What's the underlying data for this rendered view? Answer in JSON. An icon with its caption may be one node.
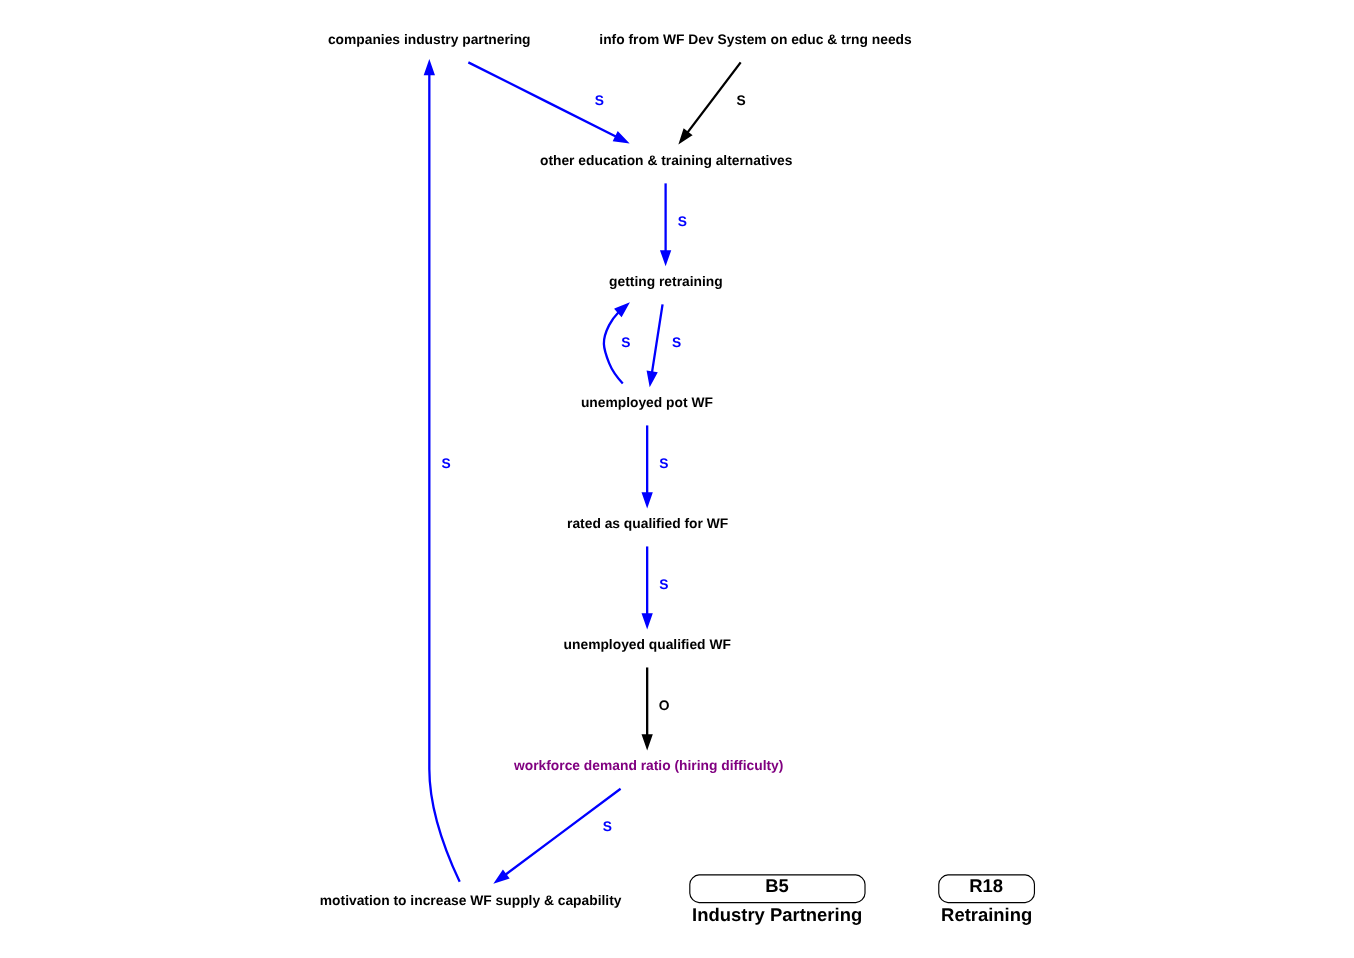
{
  "diagram": {
    "nodes": [
      {
        "text": [
          "companies industry partnering"
        ]
      },
      {
        "text": [
          "other education & training alternatives"
        ]
      },
      {
        "text": [
          "info from WF Dev System on educ & trng needs"
        ]
      },
      {
        "text": [
          "motivation to increase WF supply & capability"
        ]
      },
      {
        "text": [
          "getting retraining"
        ]
      },
      {
        "text": [
          "B5",
          "Industry Partnering"
        ]
      },
      {
        "text": [
          "R18",
          "Retraining"
        ]
      },
      {
        "text": [
          "workforce demand ratio (hiring difficulty)"
        ]
      },
      {
        "text": [
          "unemployed pot WF"
        ]
      },
      {
        "text": [
          "unemployed qualified WF"
        ]
      },
      {
        "text": [
          "rated as qualified for WF"
        ]
      }
    ],
    "edges": [
      {
        "from": 3,
        "to": 0,
        "arrow": "to",
        "label": "S",
        "color": "#0000ff"
      },
      {
        "from": 0,
        "to": 1,
        "arrow": "to",
        "label": "S",
        "color": "#0000ff"
      },
      {
        "from": 2,
        "to": 1,
        "arrow": "to",
        "label": "S",
        "color": "#000000"
      },
      {
        "from": 1,
        "to": 4,
        "arrow": "to",
        "label": "S",
        "color": "#0000ff"
      },
      {
        "from": 4,
        "to": 8,
        "arrow": "to",
        "label": "S",
        "color": "#0000ff"
      },
      {
        "from": 8,
        "to": 4,
        "arrow": "to",
        "label": "S",
        "color": "#0000ff"
      },
      {
        "from": 8,
        "to": 10,
        "arrow": "to",
        "label": "S",
        "color": "#0000ff"
      },
      {
        "from": 10,
        "to": 9,
        "arrow": "to",
        "label": "S",
        "color": "#0000ff"
      },
      {
        "from": 9,
        "to": 7,
        "arrow": "to",
        "label": "O",
        "color": "#000000"
      },
      {
        "from": 7,
        "to": 3,
        "arrow": "to",
        "label": "S",
        "color": "#0000ff"
      }
    ]
  }
}
